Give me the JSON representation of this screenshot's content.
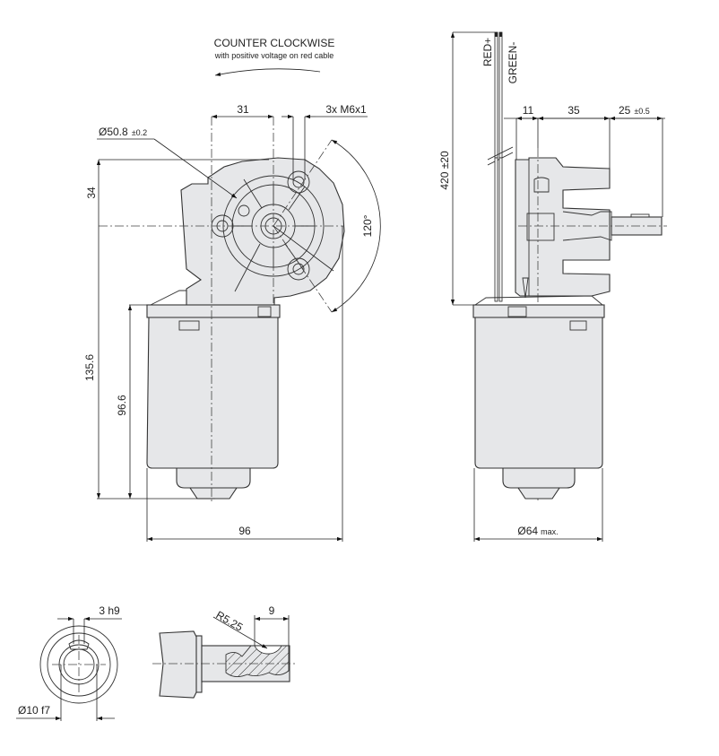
{
  "drawing": {
    "rotation_note": {
      "title": "COUNTER CLOCKWISE",
      "subtitle": "with positive voltage on red cable"
    },
    "front_view": {
      "dim_31": "31",
      "thread": "3x M6x1",
      "bolt_circle": "Ø50.8",
      "bolt_circle_tol": "±0.2",
      "dim_34": "34",
      "angle": "120°",
      "dim_135_6": "135.6",
      "dim_96_6": "96.6",
      "width_96": "96"
    },
    "side_view": {
      "cable_red": "RED+",
      "cable_green": "GREEN-",
      "cable_length": "420 ±20",
      "dim_11": "11",
      "dim_35": "35",
      "shaft_len": "25",
      "shaft_len_tol": "±0.5",
      "diameter": "Ø64",
      "diameter_suffix": "max."
    },
    "shaft_detail": {
      "key_width": "3 h9",
      "shaft_dia": "Ø10 f7",
      "radius": "R5.25",
      "key_offset": "9"
    }
  }
}
